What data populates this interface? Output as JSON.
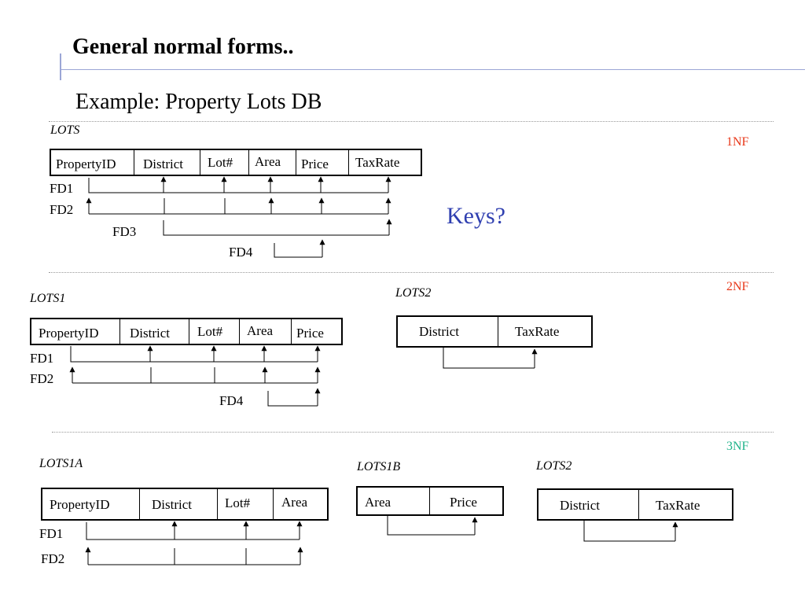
{
  "title": "General normal forms..",
  "subtitle": "Example: Property Lots DB",
  "keys_question": "Keys?",
  "sections": {
    "nf1": {
      "label": "1NF",
      "table_name": "LOTS",
      "columns": [
        "PropertyID",
        "District",
        "Lot#",
        "Area",
        "Price",
        "TaxRate"
      ],
      "fds": [
        "FD1",
        "FD2",
        "FD3",
        "FD4"
      ]
    },
    "nf2": {
      "label": "2NF",
      "lots1": {
        "table_name": "LOTS1",
        "columns": [
          "PropertyID",
          "District",
          "Lot#",
          "Area",
          "Price"
        ],
        "fds": [
          "FD1",
          "FD2",
          "FD4"
        ]
      },
      "lots2": {
        "table_name": "LOTS2",
        "columns": [
          "District",
          "TaxRate"
        ]
      }
    },
    "nf3": {
      "label": "3NF",
      "lots1a": {
        "table_name": "LOTS1A",
        "columns": [
          "PropertyID",
          "District",
          "Lot#",
          "Area"
        ],
        "fds": [
          "FD1",
          "FD2"
        ]
      },
      "lots1b": {
        "table_name": "LOTS1B",
        "columns": [
          "Area",
          "Price"
        ]
      },
      "lots2": {
        "table_name": "LOTS2",
        "columns": [
          "District",
          "TaxRate"
        ]
      }
    }
  },
  "colors": {
    "nf1_nf2_label": "#e8381a",
    "nf3_label": "#1fb38a",
    "keys_question": "#2f3fb0",
    "accent_line": "#9ba6d6"
  }
}
